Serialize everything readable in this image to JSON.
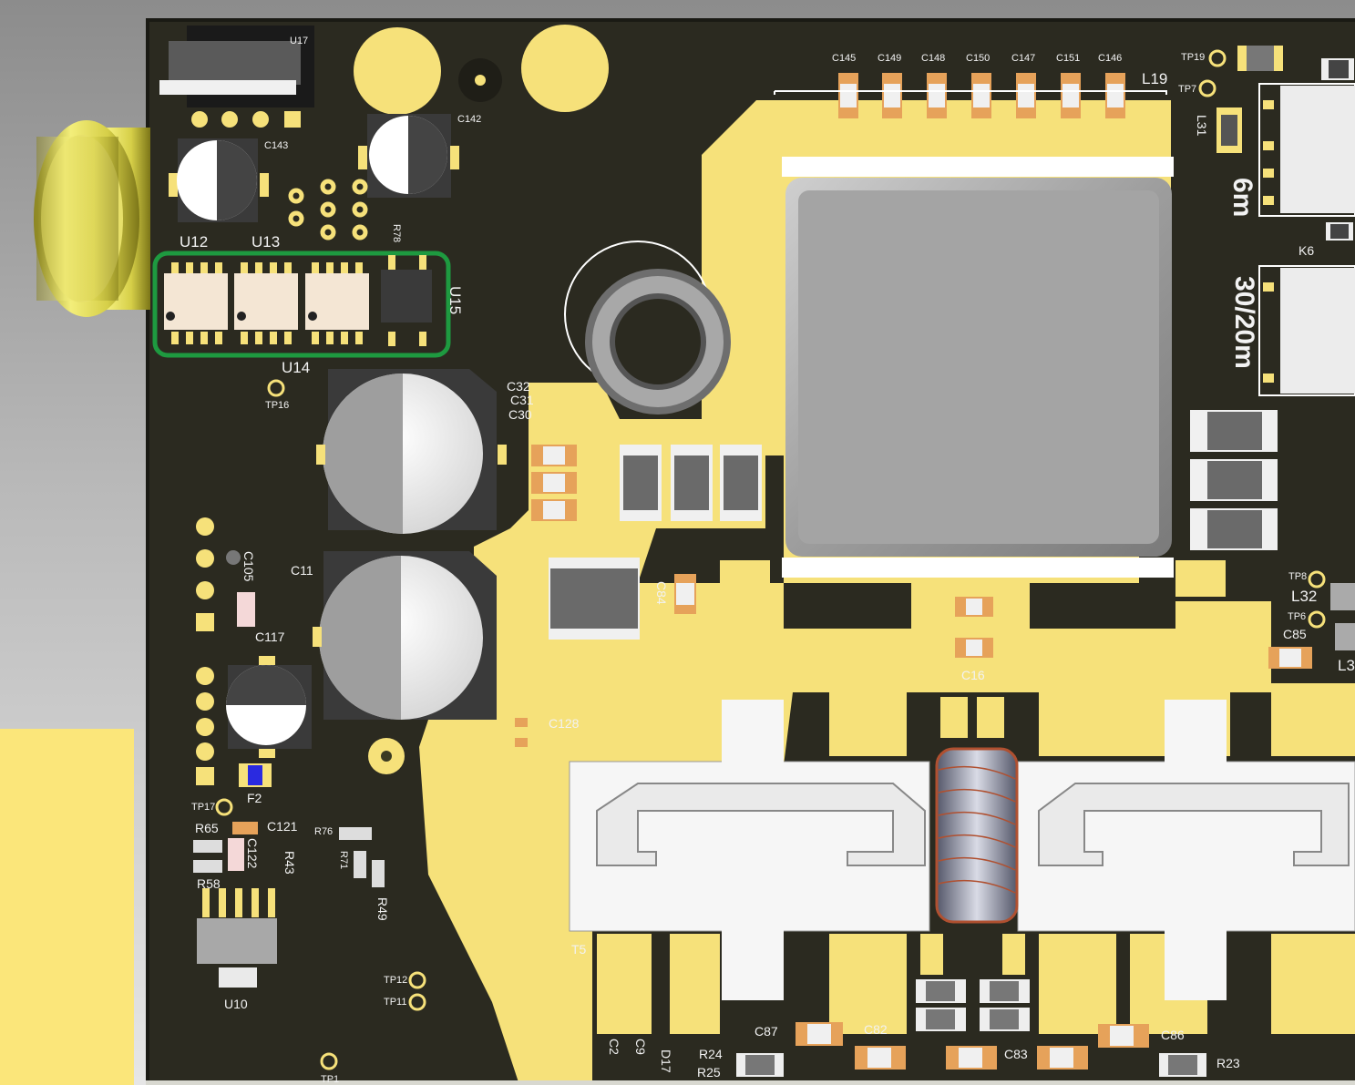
{
  "board": {
    "colors": {
      "solder_mask": "#2b2a20",
      "copper": "#f6e17a",
      "smd_orange": "#e6a25a",
      "highlight": "#1e9a40"
    }
  },
  "labels": {
    "u17": "U17",
    "c143": "C143",
    "c142": "C142",
    "r78": "R78",
    "u12": "U12",
    "u13": "U13",
    "u15": "U15",
    "u14": "U14",
    "tp16": "TP16",
    "c32": "C32",
    "c31": "C31",
    "c30": "C30",
    "c145": "C145",
    "c149": "C149",
    "c148a": "C148",
    "c150": "C150",
    "c147": "C147",
    "c151": "C151",
    "c146": "C146",
    "l19": "L19",
    "tp19": "TP19",
    "tp7": "TP7",
    "l31": "L31",
    "band6m": "6m",
    "k6": "K6",
    "band3020m": "30/20m",
    "c105": "C105",
    "c11": "C11",
    "c117": "C117",
    "c84": "C84",
    "tp8": "TP8",
    "l32": "L32",
    "tp6": "TP6",
    "c85": "C85",
    "l3": "L3",
    "c16": "C16",
    "c128": "C128",
    "f2": "F2",
    "tp17": "TP17",
    "r65": "R65",
    "c121": "C121",
    "r76": "R76",
    "c122": "C122",
    "r43": "R43",
    "r71": "R71",
    "r58": "R58",
    "r49": "R49",
    "t5": "T5",
    "tp12": "TP12",
    "tp11": "TP11",
    "u10": "U10",
    "tp1": "TP1",
    "c87": "C87",
    "c82": "C82",
    "c83": "C83",
    "c86": "C86",
    "c2": "C2",
    "c9": "C9",
    "d17": "D17",
    "r24": "R24",
    "r25": "R25",
    "r23": "R23"
  }
}
